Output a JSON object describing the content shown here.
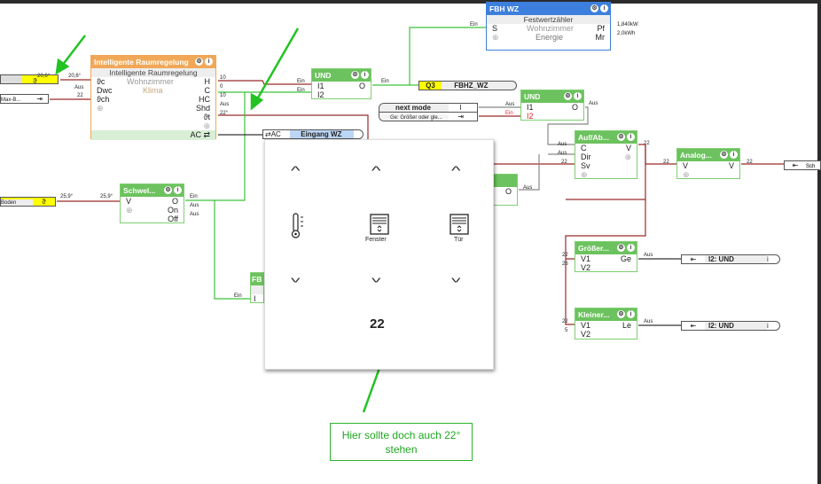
{
  "raumregelung": {
    "title": "Intelligente Raumregelung",
    "subtitle": "Intelligente Raumregelung",
    "room": "Wohnzimmer",
    "category": "Klima",
    "inputs": [
      "ϑc",
      "Dwc",
      "ϑch"
    ],
    "outputs": [
      "H",
      "C",
      "HC",
      "Shd",
      "ϑt"
    ],
    "ac": "AC ⇄",
    "in_values": [
      "20,6°",
      "Aus",
      "22"
    ],
    "out_values": [
      "10",
      "0",
      "10",
      "Aus",
      "22°"
    ]
  },
  "left_inputs": {
    "temp_symbol": "ϑ",
    "temp_value": "20,6°",
    "max_label": "Max-B...",
    "boden_label": "Boden",
    "boden_symbol": "ϑ",
    "boden_value": "25,9°"
  },
  "und1": {
    "title": "UND",
    "inputs": [
      "I1",
      "I2"
    ],
    "output": "O",
    "in_labels": [
      "Ein",
      "Ein"
    ],
    "out_label": "Ein"
  },
  "q3": {
    "id": "Q3",
    "name": "FBHZ_WZ"
  },
  "fbh": {
    "title": "FBH WZ",
    "subtitle": "Festwertzähler",
    "room": "Wohnzimmer",
    "category": "Energie",
    "input": "S",
    "outputs": [
      "Pf",
      "Mr"
    ],
    "in_label": "Ein",
    "out_values": [
      "1,840kW",
      "2,0kWh"
    ]
  },
  "und2": {
    "title": "UND",
    "inputs": [
      "I1",
      "I2"
    ],
    "output": "O",
    "in_labels": [
      "Aus",
      "Ein"
    ],
    "out_label": "Aus"
  },
  "next_mode": {
    "label": "next mode",
    "value": "I",
    "hint": "Ge: Größer oder gle..."
  },
  "ac_eingang": {
    "prefix": "⇄AC",
    "name": "Eingang WZ"
  },
  "schwell": {
    "title": "Schwel...",
    "input": "V",
    "outputs": [
      "O",
      "On",
      "Off"
    ],
    "in_value": "25,9°",
    "out_labels": [
      "Ein",
      "Aus",
      "Aus"
    ]
  },
  "fb_partial": {
    "title": "FB",
    "input": "I",
    "in_label": "Ein"
  },
  "o_block": {
    "output": "O",
    "out_label": "Aus"
  },
  "aufab": {
    "title": "Auf/Ab...",
    "inputs": [
      "C",
      "Dir",
      "Sv"
    ],
    "output": "V",
    "in_labels": [
      "Aus",
      "Aus",
      "22"
    ],
    "out_label": "22"
  },
  "analog": {
    "title": "Analog...",
    "input": "V",
    "output": "V",
    "in_label": "22",
    "out_label": "22",
    "dest": "Sch"
  },
  "groesser": {
    "title": "Größer...",
    "inputs": [
      "V1",
      "V2"
    ],
    "output": "Ge",
    "in_labels": [
      "22",
      "26"
    ],
    "out_label": "Aus",
    "dest": "I2: UND"
  },
  "kleiner": {
    "title": "Kleiner...",
    "inputs": [
      "V1",
      "V2"
    ],
    "output": "Le",
    "in_labels": [
      "22",
      "5"
    ],
    "out_label": "Aus",
    "dest": "I2: UND"
  },
  "popup": {
    "icons": [
      "thermometer-icon",
      "window-blind-icon",
      "door-blind-icon"
    ],
    "labels": [
      "",
      "Fenster",
      "Tür"
    ],
    "value": "22"
  },
  "annotation": {
    "text": "Hier sollte doch auch 22° stehen"
  },
  "colors": {
    "green_block": "#6cc25e",
    "orange_block": "#f0a858",
    "blue_block": "#3c7fdc",
    "wire_analog": "#9b2a2a",
    "wire_digital": "#3cc23c",
    "annotation": "#1fa81f",
    "input_yellow": "#ffff00"
  }
}
